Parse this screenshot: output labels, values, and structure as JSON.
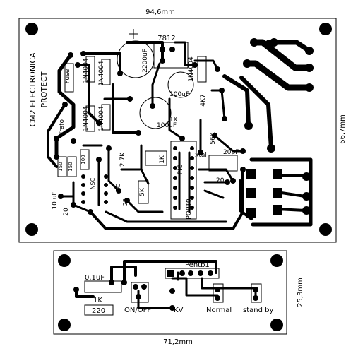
{
  "dimensions": {
    "board1_width": "94,6mm",
    "board1_height": "66,7mm",
    "board2_width": "71,2mm",
    "board2_height": "25,3mm"
  },
  "board1_labels": {
    "company": "CM2 ELECTRONICA",
    "product": "PROTECT",
    "reg_7812": "7812",
    "cap_2200": "2200uF",
    "cap_100_a": "100uF",
    "cap_100_b": "100uF",
    "diode_1": "1N4004",
    "diode_2": "1N4004",
    "diode_3": "1N4004",
    "diode_4": "1N4004",
    "diode_5": "1N4004",
    "fuse": "Fuse",
    "trafo": "Trafo",
    "res_27k": "2.7K",
    "res_1k": "1K",
    "res_4k7": "4K7",
    "res_56k": "56K",
    "res_5k": "5K",
    "res_1k2": "1K",
    "res_150a": "150",
    "res_150b": "150",
    "res_100": "100",
    "cap_10uf": "10 uF",
    "cap_20_a": "20",
    "cap_20_b": "20",
    "cap_22": "22",
    "xtal": "xtal",
    "pic": "PIC",
    "potter": "PORT0",
    "bc": "BC",
    "ns": "NSC",
    "cap_pf": "20pF"
  },
  "board2_labels": {
    "cap_01uf": "0.1uF",
    "res_1k": "1K",
    "res_220": "220",
    "on_off": "ON/OFF",
    "kv": "KV",
    "normal": "Normal",
    "stand_by": "stand by",
    "connector": "Pentb1"
  }
}
